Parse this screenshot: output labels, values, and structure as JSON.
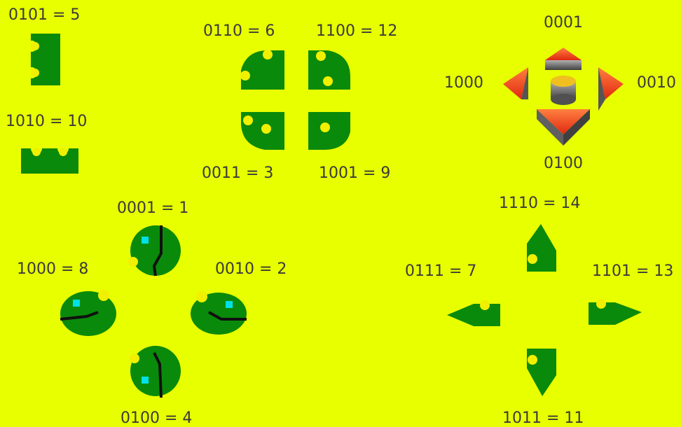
{
  "colors": {
    "background": "#e8ff00",
    "tile_green": "#0a8a0a",
    "highlight_yellow": "#f0f000",
    "dot_cyan": "#00e0e8",
    "line_black": "#101010",
    "arrow_red": "#f04020",
    "arrow_gray": "#707070",
    "label_gray": "#3a3a3a"
  },
  "labels": {
    "l0101": "0101 = 5",
    "l1010": "1010 = 10",
    "l0110": "0110 = 6",
    "l1100": "1100 = 12",
    "l0011": "0011 = 3",
    "l1001": "1001 = 9",
    "dir_up": "0001",
    "dir_left": "1000",
    "dir_right": "0010",
    "dir_down": "0100",
    "c0001": "0001 = 1",
    "c1000": "1000 = 8",
    "c0010": "0010 = 2",
    "c0100": "0100 = 4",
    "t1110": "1110 = 14",
    "t0111": "0111 = 7",
    "t1101": "1101 = 13",
    "t1011": "1011 = 11"
  },
  "icons": {
    "straight_vertical": "tile-straight-vertical-icon",
    "straight_horizontal": "tile-straight-horizontal-icon",
    "corners": "tile-corner-icon",
    "compass": "direction-arrows-icon",
    "dead_ends": "tile-dead-end-icon",
    "tees": "tile-tee-icon"
  }
}
